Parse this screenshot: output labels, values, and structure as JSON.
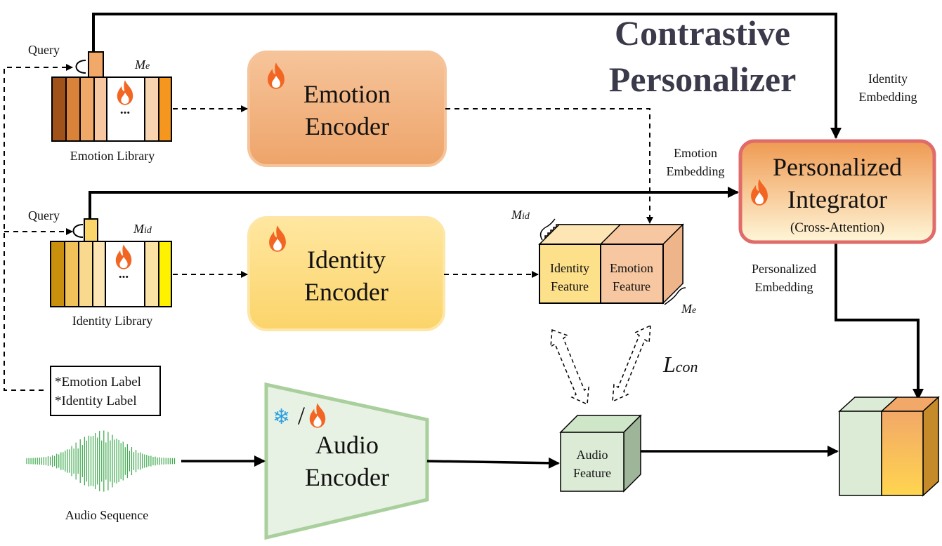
{
  "title": {
    "line1": "Contrastive",
    "line2": "Personalizer"
  },
  "emotion_library": {
    "label": "Emotion Library",
    "query": "Query",
    "memory": "M",
    "memory_sub": "e",
    "dots": "..."
  },
  "identity_library": {
    "label": "Identity Library",
    "query": "Query",
    "memory": "M",
    "memory_sub": "id",
    "dots": "..."
  },
  "emotion_encoder": {
    "line1": "Emotion",
    "line2": "Encoder"
  },
  "identity_encoder": {
    "line1": "Identity",
    "line2": "Encoder"
  },
  "audio_encoder": {
    "line1": "Audio",
    "line2": "Encoder",
    "mode": "/"
  },
  "integrator": {
    "line1": "Personalized",
    "line2": "Integrator",
    "line3": "(Cross-Attention)"
  },
  "edge_labels": {
    "identity_embedding": [
      "Identity",
      "Embedding"
    ],
    "emotion_embedding": [
      "Emotion",
      "Embedding"
    ],
    "personalized_embedding": [
      "Personalized",
      "Embedding"
    ]
  },
  "feature_block": {
    "identity": [
      "Identity",
      "Feature"
    ],
    "emotion": [
      "Emotion",
      "Feature"
    ],
    "mid": "M",
    "mid_sub": "id",
    "me": "M",
    "me_sub": "e"
  },
  "audio_feature": [
    "Audio",
    "Feature"
  ],
  "loss": {
    "symbol": "L",
    "sub": "con"
  },
  "labels_box": [
    "*Emotion Label",
    "*Identity Label"
  ],
  "audio_sequence": "Audio Sequence",
  "colors": {
    "emotion_encoder": "#f2b27c",
    "identity_encoder": "#fde08a",
    "audio_encoder": "#dcebd6",
    "integrator_border": "#e06b6b",
    "flame": "#f26522",
    "snowflake": "#2b9fe0",
    "title": "#3a3a4a"
  },
  "icons": [
    "flame-icon",
    "snowflake-icon",
    "waveform-icon"
  ]
}
